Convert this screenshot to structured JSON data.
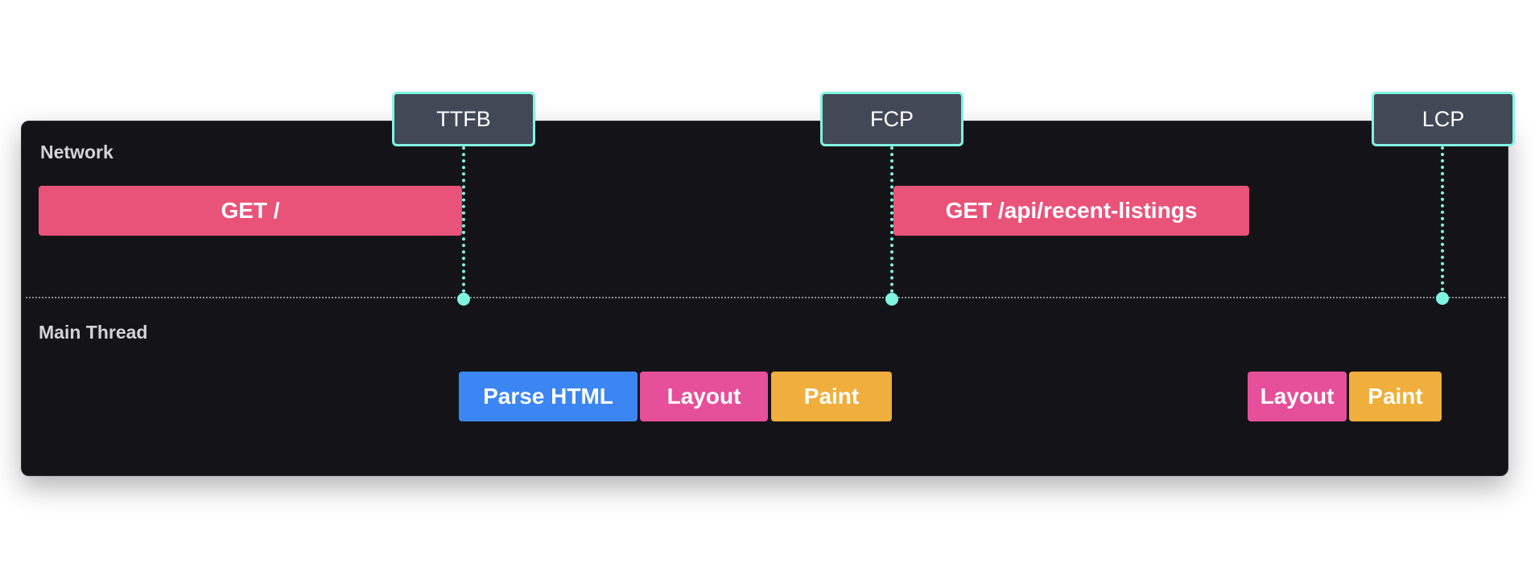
{
  "lanes": {
    "network_label": "Network",
    "main_thread_label": "Main Thread"
  },
  "network": {
    "request_document": "GET /",
    "request_api": "GET /api/recent-listings"
  },
  "main_thread": {
    "parse_html": "Parse HTML",
    "layout_1": "Layout",
    "paint_1": "Paint",
    "layout_2": "Layout",
    "paint_2": "Paint"
  },
  "markers": {
    "ttfb": "TTFB",
    "fcp": "FCP",
    "lcp": "LCP"
  },
  "colors": {
    "panel_background": "#141418",
    "network_request": "#ea5379",
    "parse_html": "#3b86f2",
    "layout": "#e64f9a",
    "paint": "#f0ae3c",
    "marker_accent": "#7ff5e0",
    "marker_tag": "#434857"
  }
}
